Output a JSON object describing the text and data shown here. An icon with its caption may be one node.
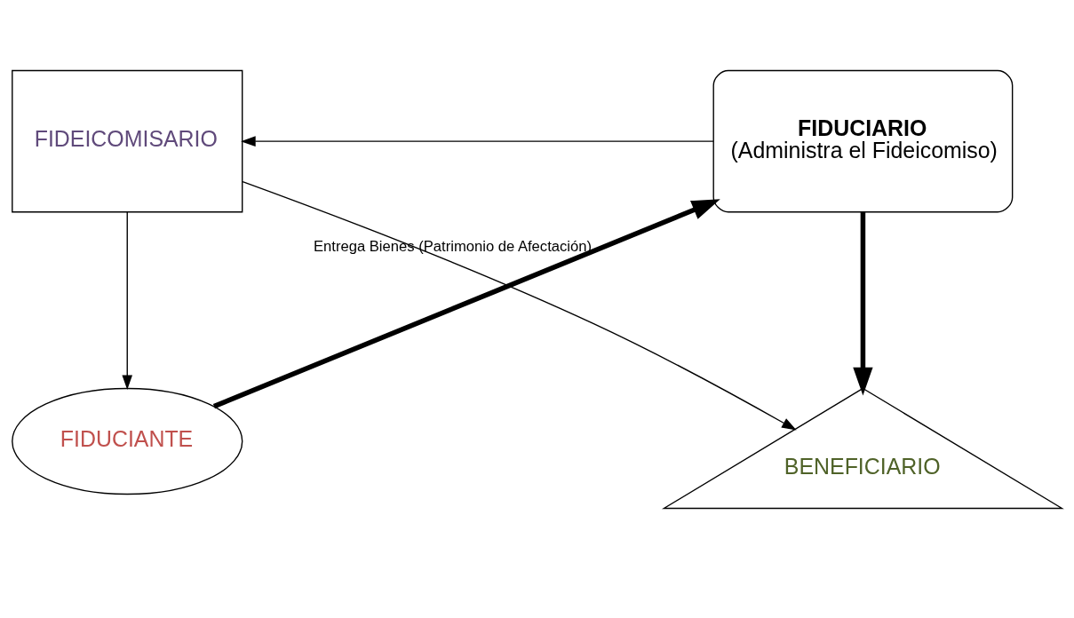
{
  "diagram": {
    "nodes": [
      {
        "text": [
          "FIDUCIANTE"
        ]
      },
      {
        "text": [
          "FIDUCIARIO",
          "(Administra el Fideicomiso)"
        ]
      },
      {
        "text": [
          "FIDEICOMISARIO"
        ]
      },
      {
        "text": [
          "BENEFICIARIO"
        ]
      }
    ],
    "edges": [
      {
        "from": 0,
        "to": 1,
        "arrow": "to",
        "label": "Entrega Bienes (Patrimonio de Afectación)",
        "style": "thick"
      },
      {
        "from": 1,
        "to": 3,
        "arrow": "to",
        "style": "thick"
      },
      {
        "from": 1,
        "to": 2,
        "arrow": "to"
      },
      {
        "from": 2,
        "to": 0,
        "arrow": "to"
      },
      {
        "from": 2,
        "to": 3,
        "arrow": "to"
      }
    ]
  }
}
